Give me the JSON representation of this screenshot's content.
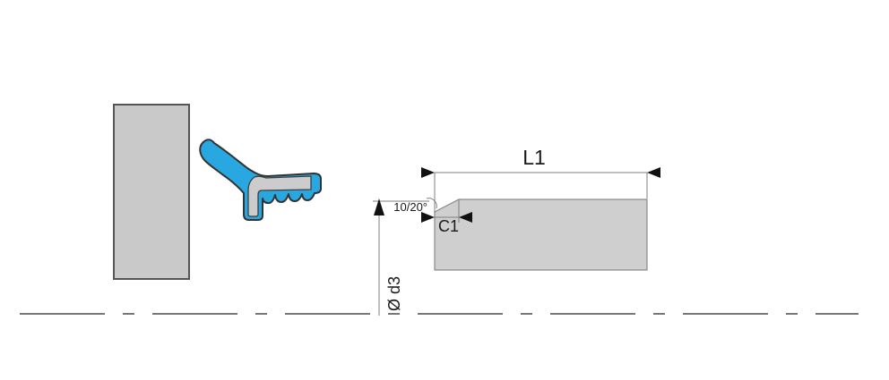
{
  "drawing": {
    "dimensions": {
      "length_label": "L1",
      "chamfer_label": "C1",
      "angle_label": "10/20°",
      "diameter_label": "Ø d3"
    },
    "colors": {
      "seal_body_blue": "#29A7E0",
      "seal_insert_gray": "#CCCCCC",
      "housing_gray": "#C9C9C9",
      "rod_gray": "#CFCFCF",
      "outline_dark": "#333333",
      "dimension_line_gray": "#7F7F7F",
      "arrow_black": "#111111",
      "centerline_dark": "#4A4A4A"
    }
  }
}
